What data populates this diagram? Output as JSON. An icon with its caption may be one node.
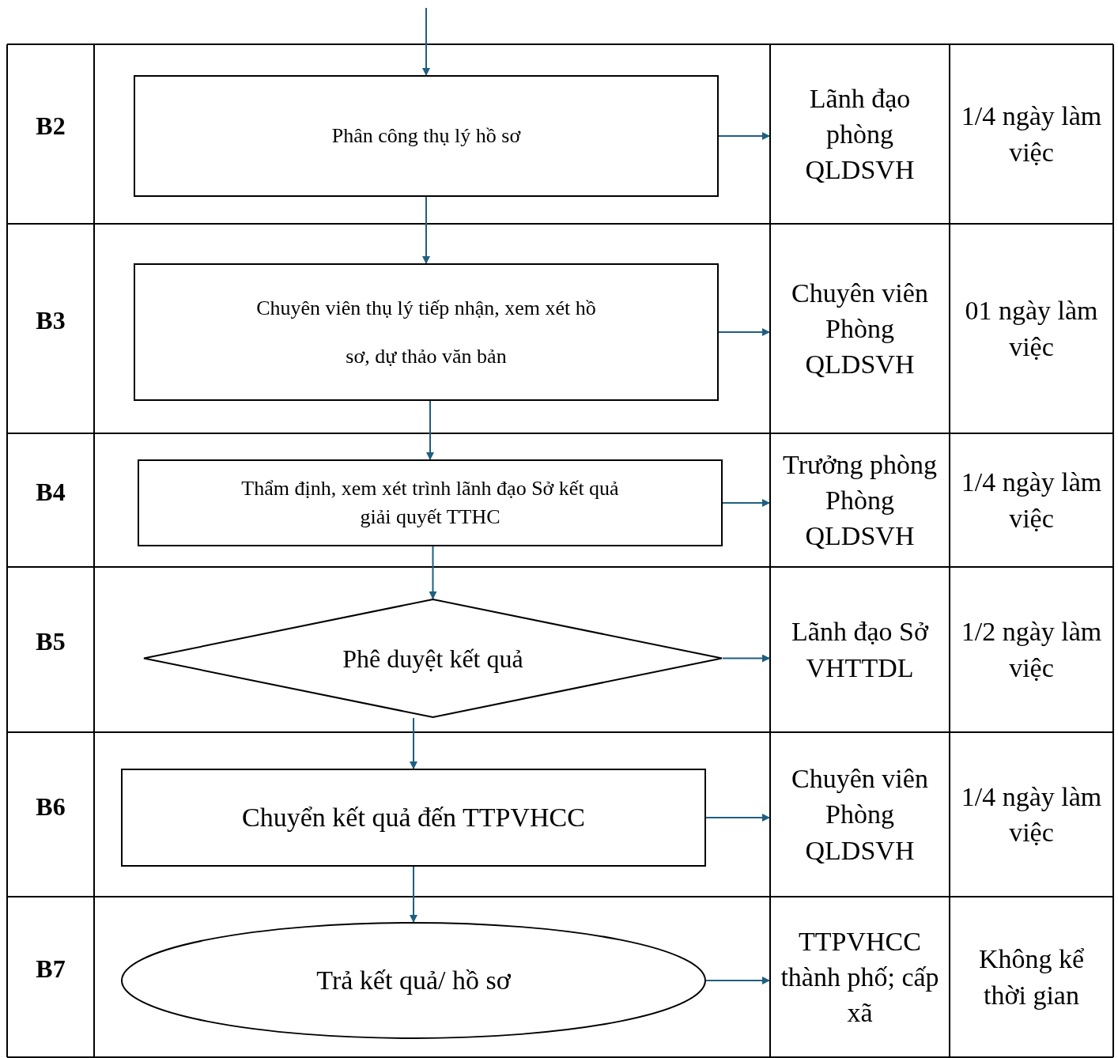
{
  "diagram": {
    "nodes": [
      {
        "text": [
          "Phân công thụ lý hồ sơ"
        ]
      },
      {
        "text": [
          "Lãnh đạo phòng QLDSVH"
        ]
      },
      {
        "text": [
          "Chuyên viên thụ lý tiếp nhận, xem xét hồ sơ, dự thảo văn bản"
        ]
      },
      {
        "text": [
          "Chuyên viên Phòng QLDSVH"
        ]
      },
      {
        "text": [
          "Thẩm định, xem xét trình lãnh đạo Sở kết quả giải quyết TTHC"
        ]
      },
      {
        "text": [
          "Trưởng phòng Phòng QLDSVH"
        ]
      },
      {
        "text": [
          "Phê duyệt kết quả"
        ]
      },
      {
        "text": [
          "Lãnh đạo Sở VHTTDL"
        ]
      },
      {
        "text": [
          "Chuyển kết quả đến TTPVHCC"
        ]
      },
      {
        "text": [
          "Chuyên viên Phòng QLDSVH"
        ]
      },
      {
        "text": [
          "Trả kết quả/ hồ sơ"
        ]
      },
      {
        "text": [
          "TTPVHCC thành phố; cấp xã"
        ]
      }
    ],
    "edges": [
      {
        "from": null,
        "to": 0,
        "arrow": "to"
      },
      {
        "from": 0,
        "to": 1,
        "arrow": "to"
      },
      {
        "from": 0,
        "to": 2,
        "arrow": "to"
      },
      {
        "from": 2,
        "to": 3,
        "arrow": "to"
      },
      {
        "from": 2,
        "to": 4,
        "arrow": "to"
      },
      {
        "from": 4,
        "to": 5,
        "arrow": "to"
      },
      {
        "from": 4,
        "to": 6,
        "arrow": "to"
      },
      {
        "from": 6,
        "to": 7,
        "arrow": "to"
      },
      {
        "from": 6,
        "to": 8,
        "arrow": "to"
      },
      {
        "from": 8,
        "to": 9,
        "arrow": "to"
      },
      {
        "from": 8,
        "to": 10,
        "arrow": "to"
      },
      {
        "from": 10,
        "to": 11,
        "arrow": "to"
      }
    ],
    "labels": [
      "B2",
      "1/4 ngày làm việc",
      "B3",
      "01 ngày làm việc",
      "B4",
      "1/4 ngày làm việc",
      "B5",
      "1/2 ngày làm việc",
      "B6",
      "1/4 ngày làm việc",
      "B7",
      "Không kể thời gian"
    ]
  }
}
